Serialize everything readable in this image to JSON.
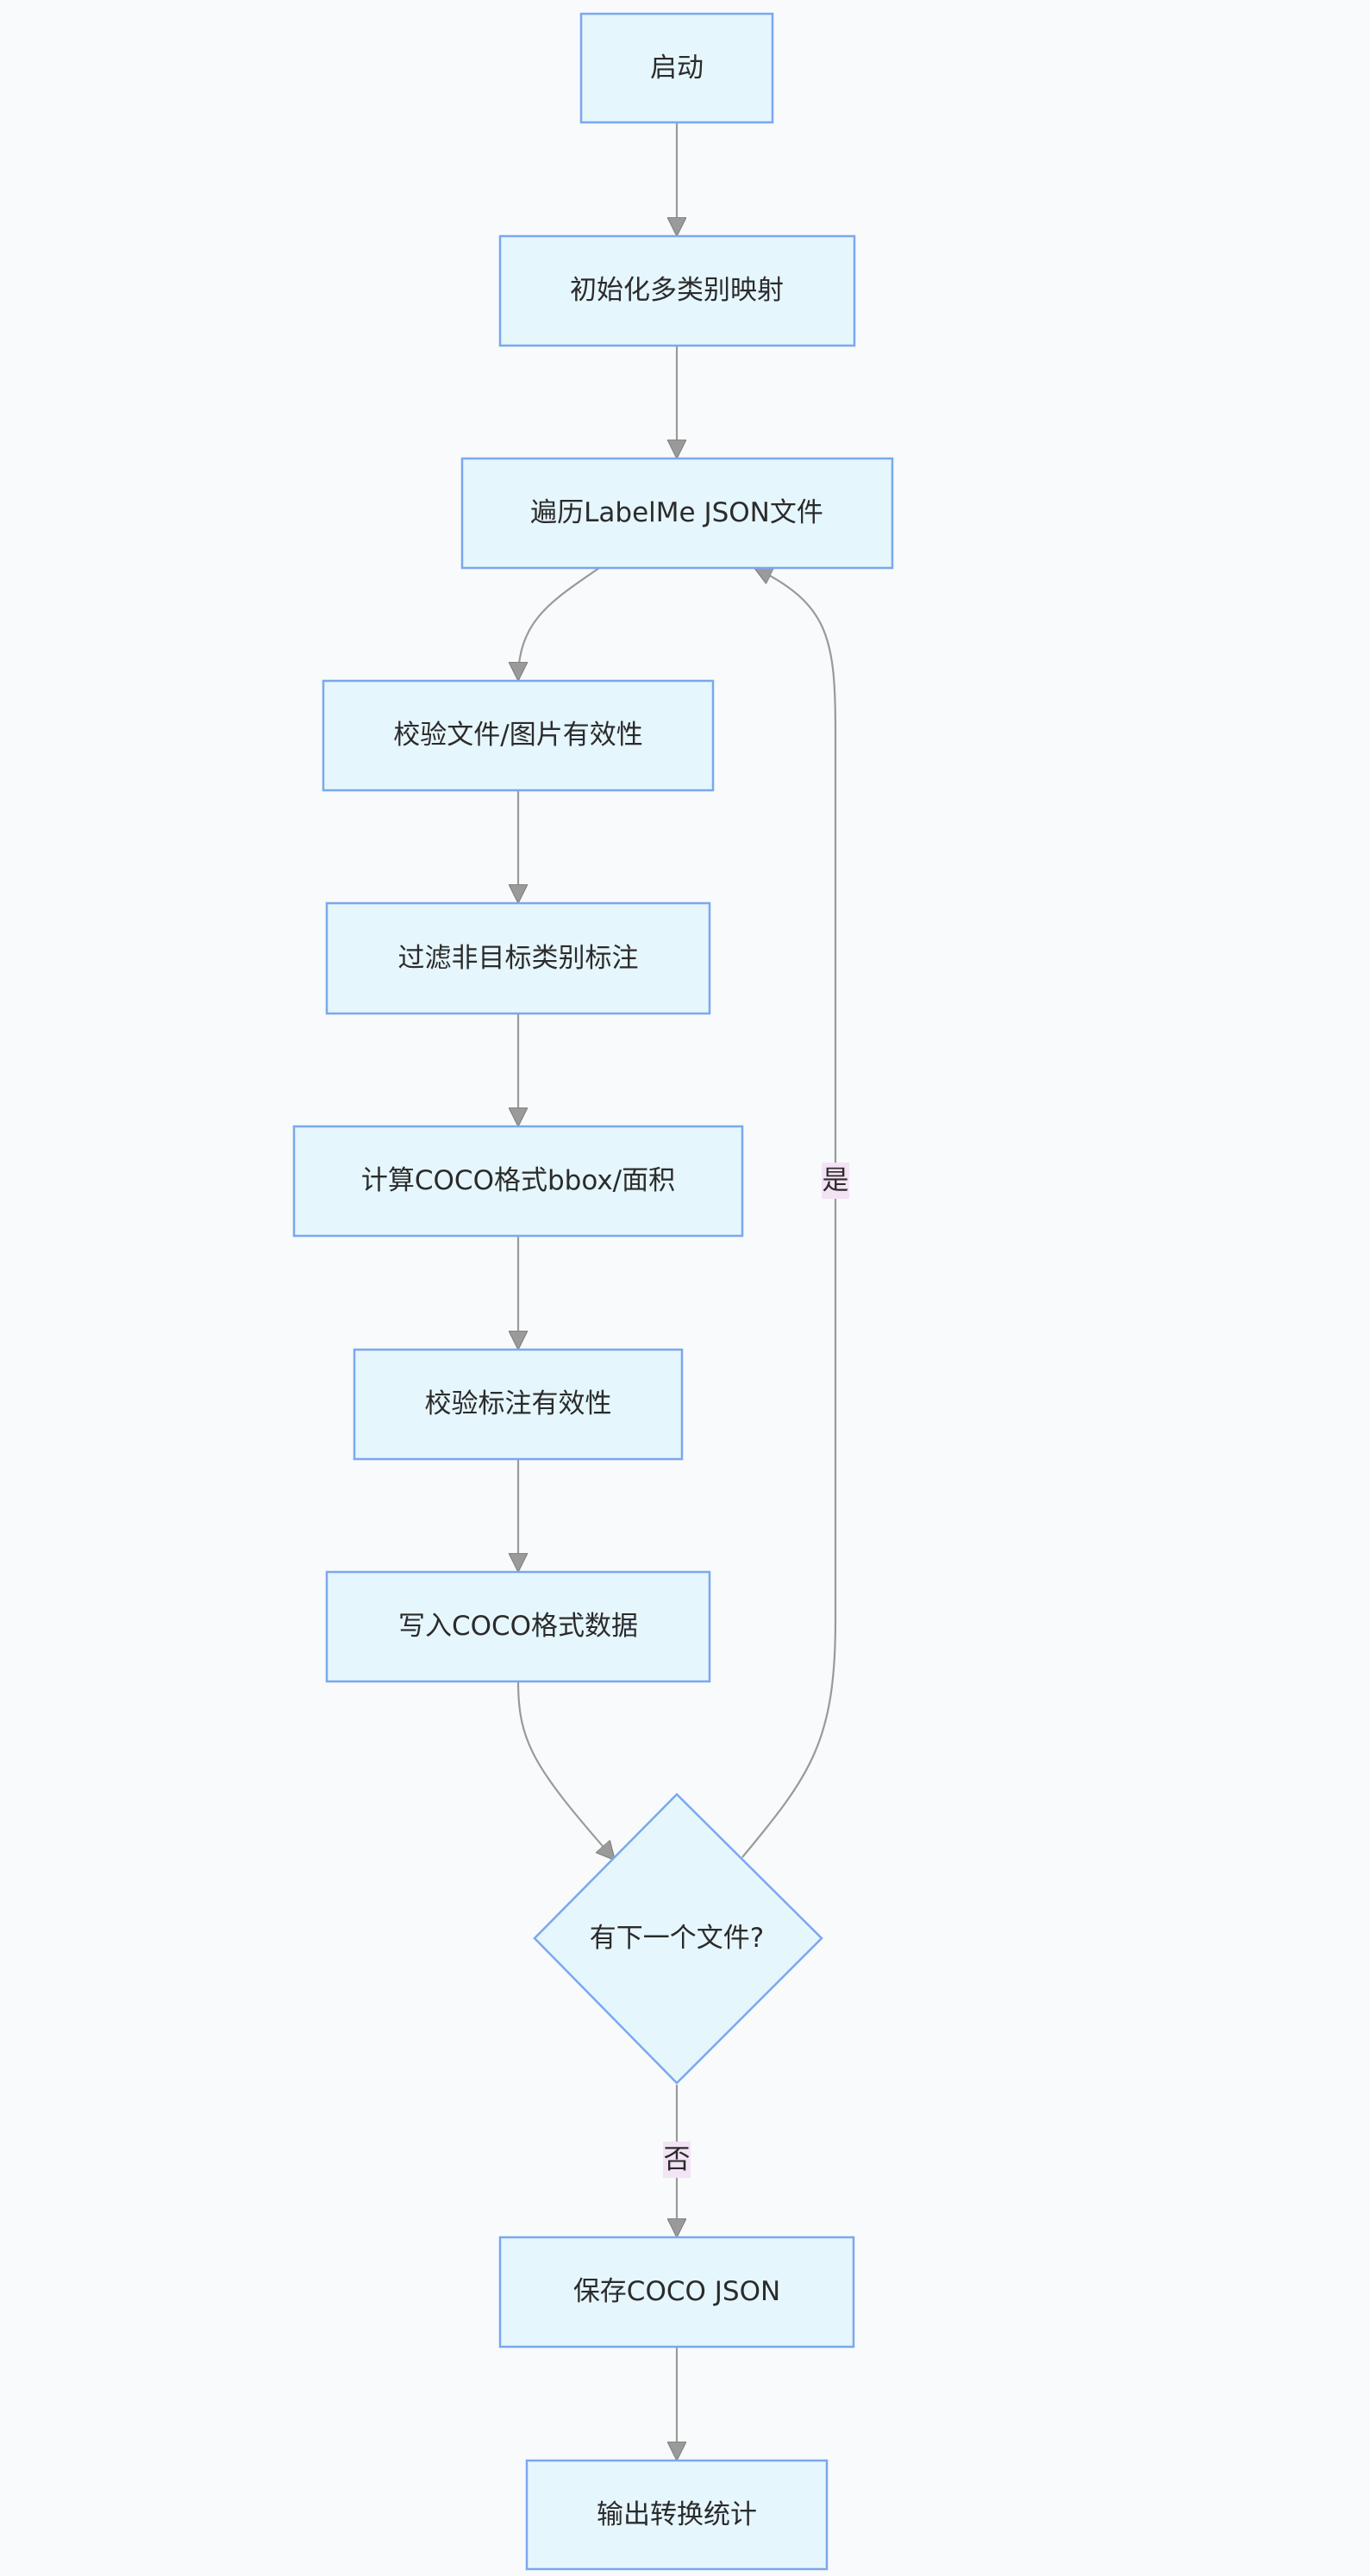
{
  "nodes": {
    "start": "启动",
    "init_mapping": "初始化多类别映射",
    "iterate_files": "遍历LabelMe JSON文件",
    "validate_file_image": "校验文件/图片有效性",
    "filter_labels": "过滤非目标类别标注",
    "compute_bbox_area": "计算COCO格式bbox/面积",
    "validate_annotation": "校验标注有效性",
    "write_coco": "写入COCO格式数据",
    "next_file_decision": "有下一个文件?",
    "save_coco_json": "保存COCO JSON",
    "output_stats": "输出转换统计"
  },
  "edge_labels": {
    "yes": "是",
    "no": "否"
  },
  "colors": {
    "node_fill": "#e6f6fd",
    "node_stroke": "#7aa8ee",
    "edge": "#9a9a9a",
    "edge_label_bg": "#f3e3f5",
    "background": "#f8fafc"
  }
}
